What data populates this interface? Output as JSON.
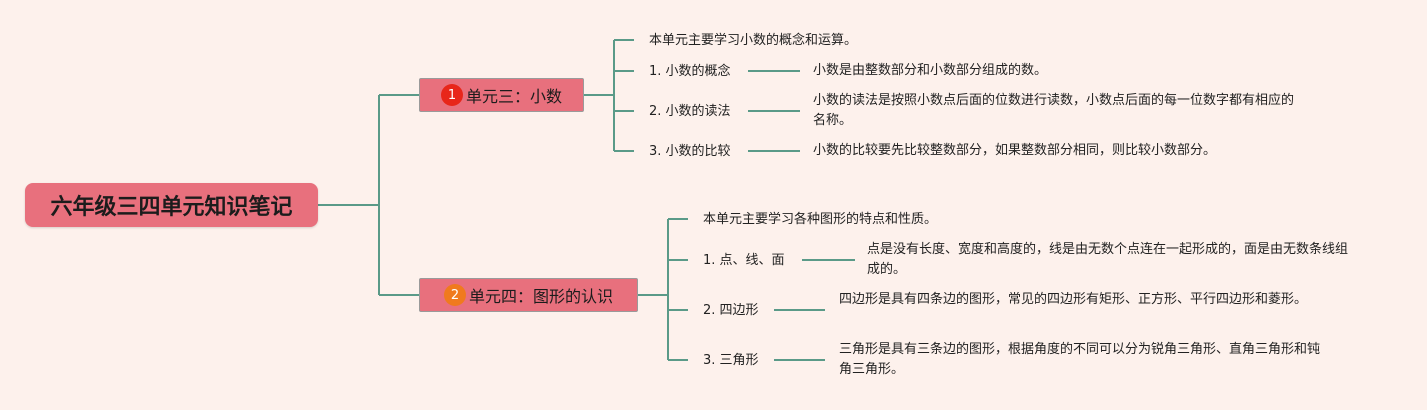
{
  "root": {
    "title": "六年级三四单元知识笔记"
  },
  "branches": [
    {
      "number": "1",
      "badge_color": "#e8261a",
      "title": "单元三：小数",
      "summary": "本单元主要学习小数的概念和运算。",
      "topics": [
        {
          "label": "1. 小数的概念",
          "desc": "小数是由整数部分和小数部分组成的数。"
        },
        {
          "label": "2. 小数的读法",
          "desc": "小数的读法是按照小数点后面的位数进行读数，小数点后面的每一位数字都有相应的名称。"
        },
        {
          "label": "3. 小数的比较",
          "desc": "小数的比较要先比较整数部分，如果整数部分相同，则比较小数部分。"
        }
      ]
    },
    {
      "number": "2",
      "badge_color": "#f07a1e",
      "title": "单元四：图形的认识",
      "summary": "本单元主要学习各种图形的特点和性质。",
      "topics": [
        {
          "label": "1. 点、线、面",
          "desc": "点是没有长度、宽度和高度的，线是由无数个点连在一起形成的，面是由无数条线组成的。"
        },
        {
          "label": "2. 四边形",
          "desc": "四边形是具有四条边的图形，常见的四边形有矩形、正方形、平行四边形和菱形。"
        },
        {
          "label": "3. 三角形",
          "desc": "三角形是具有三条边的图形，根据角度的不同可以分为锐角三角形、直角三角形和钝角三角形。"
        }
      ]
    }
  ],
  "colors": {
    "background": "#fdf1ec",
    "node": "#e8707d",
    "connector": "#5a9a88"
  }
}
